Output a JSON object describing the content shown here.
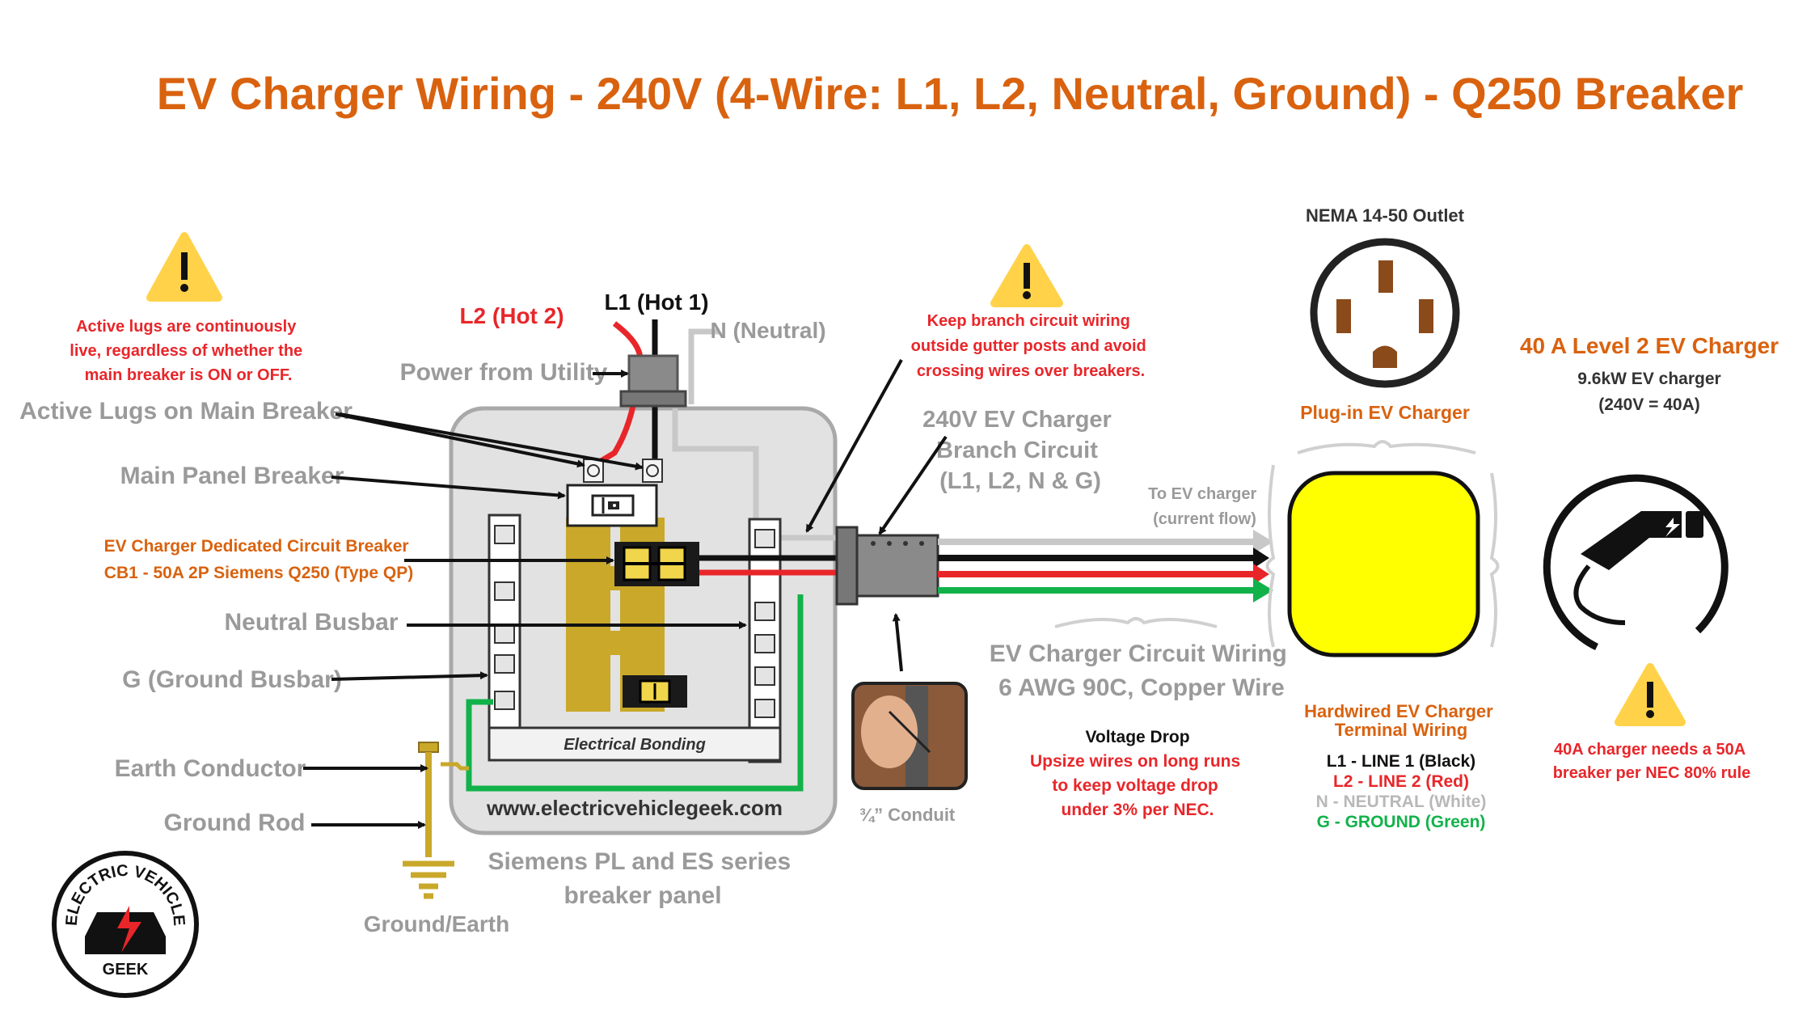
{
  "title": "EV Charger Wiring - 240V (4-Wire: L1, L2, Neutral, Ground) - Q250 Breaker",
  "colors": {
    "title": "#d9620f",
    "hot_red": "#e8262a",
    "hot_black": "#111111",
    "neutral_gray": "#c8c8c8",
    "ground_green": "#12b24a",
    "ground_gold": "#c9a82a",
    "charger_yellow": "#ffff00",
    "warning_yellow": "#ffd24a"
  },
  "icons": [
    "warning-icon",
    "nema-14-50-outlet-icon",
    "ev-plug-icon",
    "breaker-icon",
    "conduit-photo",
    "ground-rod-icon",
    "logo"
  ],
  "labels": {
    "active_lugs_warning": [
      "Active lugs are continuously",
      "live, regardless of whether the",
      "main breaker is ON or OFF."
    ],
    "l2_hot": "L2 (Hot 2)",
    "l1_hot": "L1 (Hot 1)",
    "n_neutral": "N (Neutral)",
    "power_from_utility": "Power from Utility",
    "active_lugs": "Active Lugs on Main Breaker",
    "main_panel_breaker": "Main Panel Breaker",
    "ev_breaker_line1": "EV Charger Dedicated Circuit Breaker",
    "ev_breaker_line2": "CB1 - 50A 2P Siemens Q250 (Type QP)",
    "neutral_busbar": "Neutral Busbar",
    "ground_busbar": "G (Ground Busbar)",
    "earth_conductor": "Earth Conductor",
    "ground_rod": "Ground Rod",
    "ground_earth": "Ground/Earth",
    "electrical_bonding": "Electrical Bonding",
    "website": "www.electricvehiclegeek.com",
    "panel_caption": [
      "Siemens PL and ES series",
      "breaker panel"
    ],
    "conduit": "¾”  Conduit",
    "branch_warning": [
      "Keep branch circuit wiring",
      "outside gutter posts and avoid",
      "crossing wires over breakers."
    ],
    "branch_circuit": [
      "240V EV Charger",
      "Branch Circuit",
      "(L1, L2, N & G)"
    ],
    "to_ev_charger": [
      "To EV charger",
      "(current flow)"
    ],
    "circuit_wiring": [
      "EV Charger Circuit Wiring",
      "6 AWG 90C, Copper Wire"
    ],
    "voltage_drop_title": "Voltage Drop",
    "voltage_drop_body": [
      "Upsize wires on long runs",
      "to keep voltage drop",
      "under 3% per NEC."
    ],
    "nema_outlet": "NEMA 14-50 Outlet",
    "plug_in": "Plug-in EV Charger",
    "hardwired": [
      "Hardwired EV Charger",
      "Terminal Wiring"
    ],
    "terminal_l1": "L1 - LINE 1 (Black)",
    "terminal_l2": "L2 - LINE 2 (Red)",
    "terminal_n": "N  - NEUTRAL (White)",
    "terminal_g": "G  - GROUND (Green)",
    "charger_title": "40 A Level 2 EV Charger",
    "charger_sub1": "9.6kW EV charger",
    "charger_sub2": "(240V = 40A)",
    "nec_warning": [
      "40A charger needs a 50A",
      "breaker per NEC 80% rule"
    ],
    "logo_top": "ELECTRIC VEHICLE",
    "logo_bottom": "GEEK"
  }
}
